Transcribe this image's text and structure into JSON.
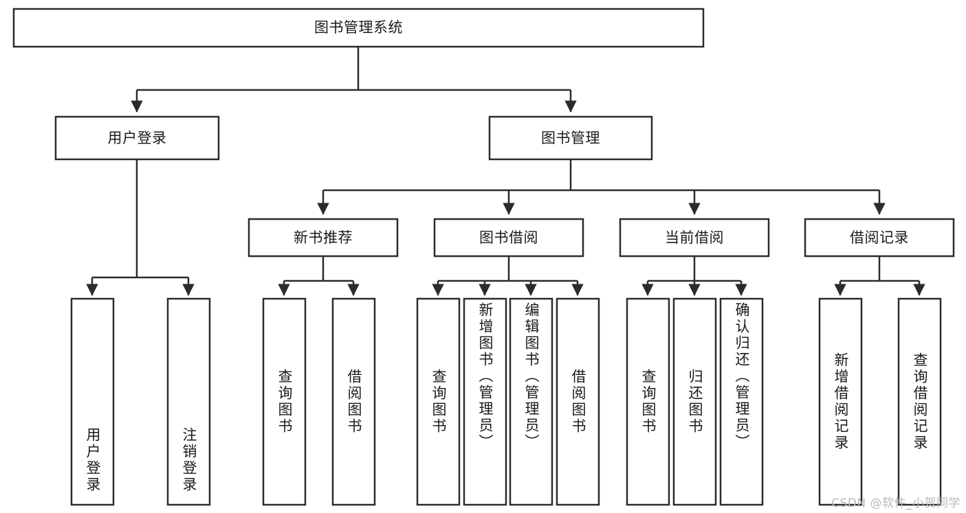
{
  "diagram": {
    "type": "tree-hierarchy-chart",
    "title": "图书管理系统",
    "watermark": "CSDN @软件_小贺同学",
    "colors": {
      "stroke": "#2b2b2b",
      "fill": "#ffffff",
      "text": "#1a1a1a",
      "watermark": "#b9b9b9",
      "background": "#ffffff"
    },
    "levels": {
      "root": {
        "label": "图书管理系统",
        "orientation": "horizontal"
      },
      "level2": [
        {
          "label": "用户登录",
          "orientation": "horizontal"
        },
        {
          "label": "图书管理",
          "orientation": "horizontal"
        }
      ],
      "level3": [
        {
          "label": "新书推荐",
          "orientation": "horizontal"
        },
        {
          "label": "图书借阅",
          "orientation": "horizontal"
        },
        {
          "label": "当前借阅",
          "orientation": "horizontal"
        },
        {
          "label": "借阅记录",
          "orientation": "horizontal"
        }
      ],
      "leaves": {
        "user_login": [
          {
            "label": "用户登录",
            "orientation": "vertical"
          },
          {
            "label": "注销登录",
            "orientation": "vertical"
          }
        ],
        "new_book_recommend": [
          {
            "label": "查询图书",
            "orientation": "vertical"
          },
          {
            "label": "借阅图书",
            "orientation": "vertical"
          }
        ],
        "book_borrow": [
          {
            "label": "查询图书",
            "orientation": "vertical"
          },
          {
            "label": "新增图书（管理员）",
            "orientation": "vertical"
          },
          {
            "label": "编辑图书（管理员）",
            "orientation": "vertical"
          },
          {
            "label": "借阅图书",
            "orientation": "vertical"
          }
        ],
        "current_borrow": [
          {
            "label": "查询图书",
            "orientation": "vertical"
          },
          {
            "label": "归还图书",
            "orientation": "vertical"
          },
          {
            "label": "确认归还（管理员）",
            "orientation": "vertical"
          }
        ],
        "borrow_record": [
          {
            "label": "新增借阅记录",
            "orientation": "vertical"
          },
          {
            "label": "查询借阅记录",
            "orientation": "vertical"
          }
        ]
      }
    }
  }
}
